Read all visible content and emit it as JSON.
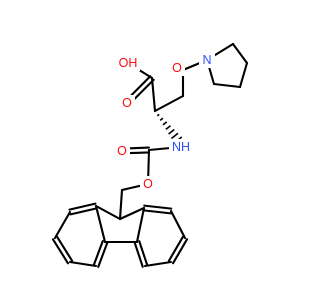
{
  "molecule": {
    "atoms": {
      "oh": "OH",
      "o_acid": "O",
      "o_ketone": "O",
      "n_ring": "N",
      "nh": "NH",
      "o_carbamate": "O",
      "o_ester": "O"
    },
    "colors": {
      "O": "#ff0d0d",
      "N": "#3050f8",
      "bond": "#000000"
    }
  }
}
